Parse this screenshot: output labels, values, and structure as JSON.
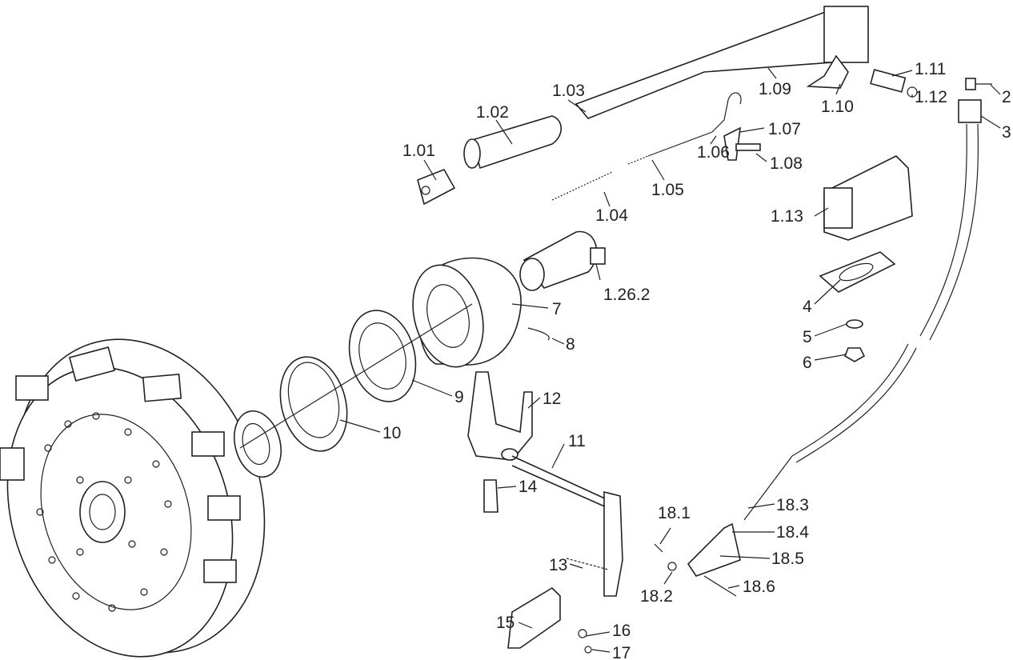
{
  "diagram": {
    "type": "exploded-parts-diagram",
    "labels": {
      "p1_01": "1.01",
      "p1_02": "1.02",
      "p1_03": "1.03",
      "p1_04": "1.04",
      "p1_05": "1.05",
      "p1_06": "1.06",
      "p1_07": "1.07",
      "p1_08": "1.08",
      "p1_09": "1.09",
      "p1_10": "1.10",
      "p1_11": "1.11",
      "p1_12": "1.12",
      "p1_13": "1.13",
      "p1_26_2": "1.26.2",
      "p2": "2",
      "p3": "3",
      "p4": "4",
      "p5": "5",
      "p6": "6",
      "p7": "7",
      "p8": "8",
      "p9": "9",
      "p10": "10",
      "p11": "11",
      "p12": "12",
      "p13": "13",
      "p14": "14",
      "p15": "15",
      "p16": "16",
      "p17": "17",
      "p18_1": "18.1",
      "p18_2": "18.2",
      "p18_3": "18.3",
      "p18_4": "18.4",
      "p18_5": "18.5",
      "p18_6": "18.6"
    }
  }
}
